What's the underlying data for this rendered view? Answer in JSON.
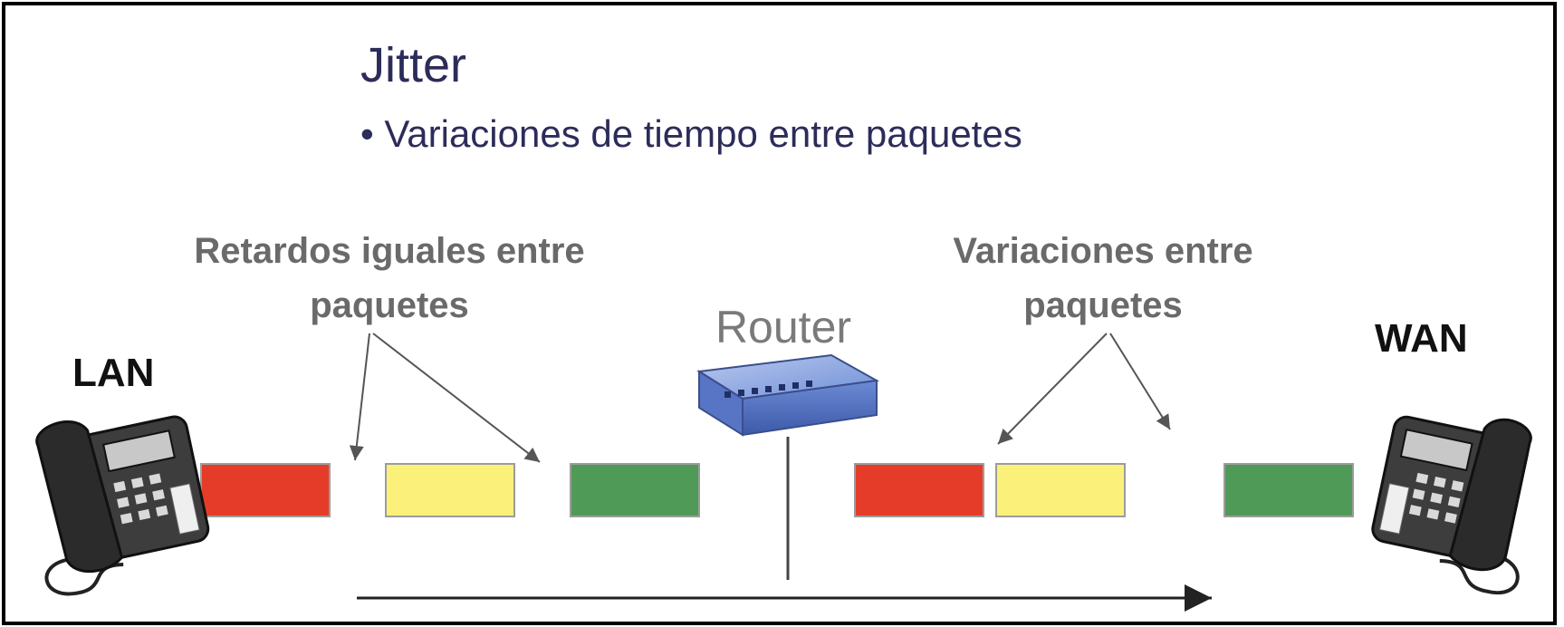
{
  "slide": {
    "title": "Jitter",
    "bullet": "• Variaciones de tiempo entre paquetes"
  },
  "left_side": {
    "label": "LAN",
    "callout_line1": "Retardos iguales entre",
    "callout_line2": "paquetes",
    "packets": [
      {
        "name": "red",
        "color": "#e53c2a"
      },
      {
        "name": "yellow",
        "color": "#fbf07a"
      },
      {
        "name": "green",
        "color": "#4f9a56"
      }
    ]
  },
  "router": {
    "label": "Router",
    "icon": "router-icon"
  },
  "right_side": {
    "label": "WAN",
    "callout_line1": "Variaciones entre",
    "callout_line2": "paquetes",
    "packets": [
      {
        "name": "red",
        "color": "#e53c2a"
      },
      {
        "name": "yellow",
        "color": "#fbf07a"
      },
      {
        "name": "green",
        "color": "#4f9a56"
      }
    ]
  },
  "icons": {
    "left_phone": "desk-phone-icon",
    "right_phone": "desk-phone-icon",
    "flow_arrow": "arrow-right-icon"
  }
}
